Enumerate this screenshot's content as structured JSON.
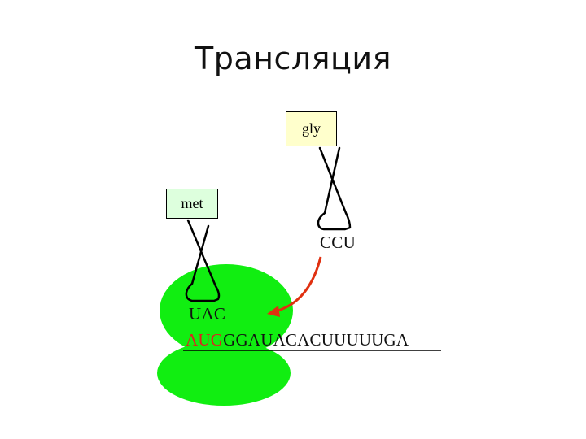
{
  "title": "Трансляция",
  "trna_gly": {
    "amino_acid": "gly",
    "anticodon": "CCU"
  },
  "trna_met": {
    "amino_acid": "met",
    "anticodon": "UAC"
  },
  "mrna": {
    "start": "AUG",
    "rest": "GGAUACACUUUUUGA"
  },
  "colors": {
    "ribosome": "#11ee11",
    "amino_box": "#ffffcc",
    "amino_box_met": "#ddffdd",
    "arrow": "#e03010",
    "start_codon": "#e02020"
  }
}
